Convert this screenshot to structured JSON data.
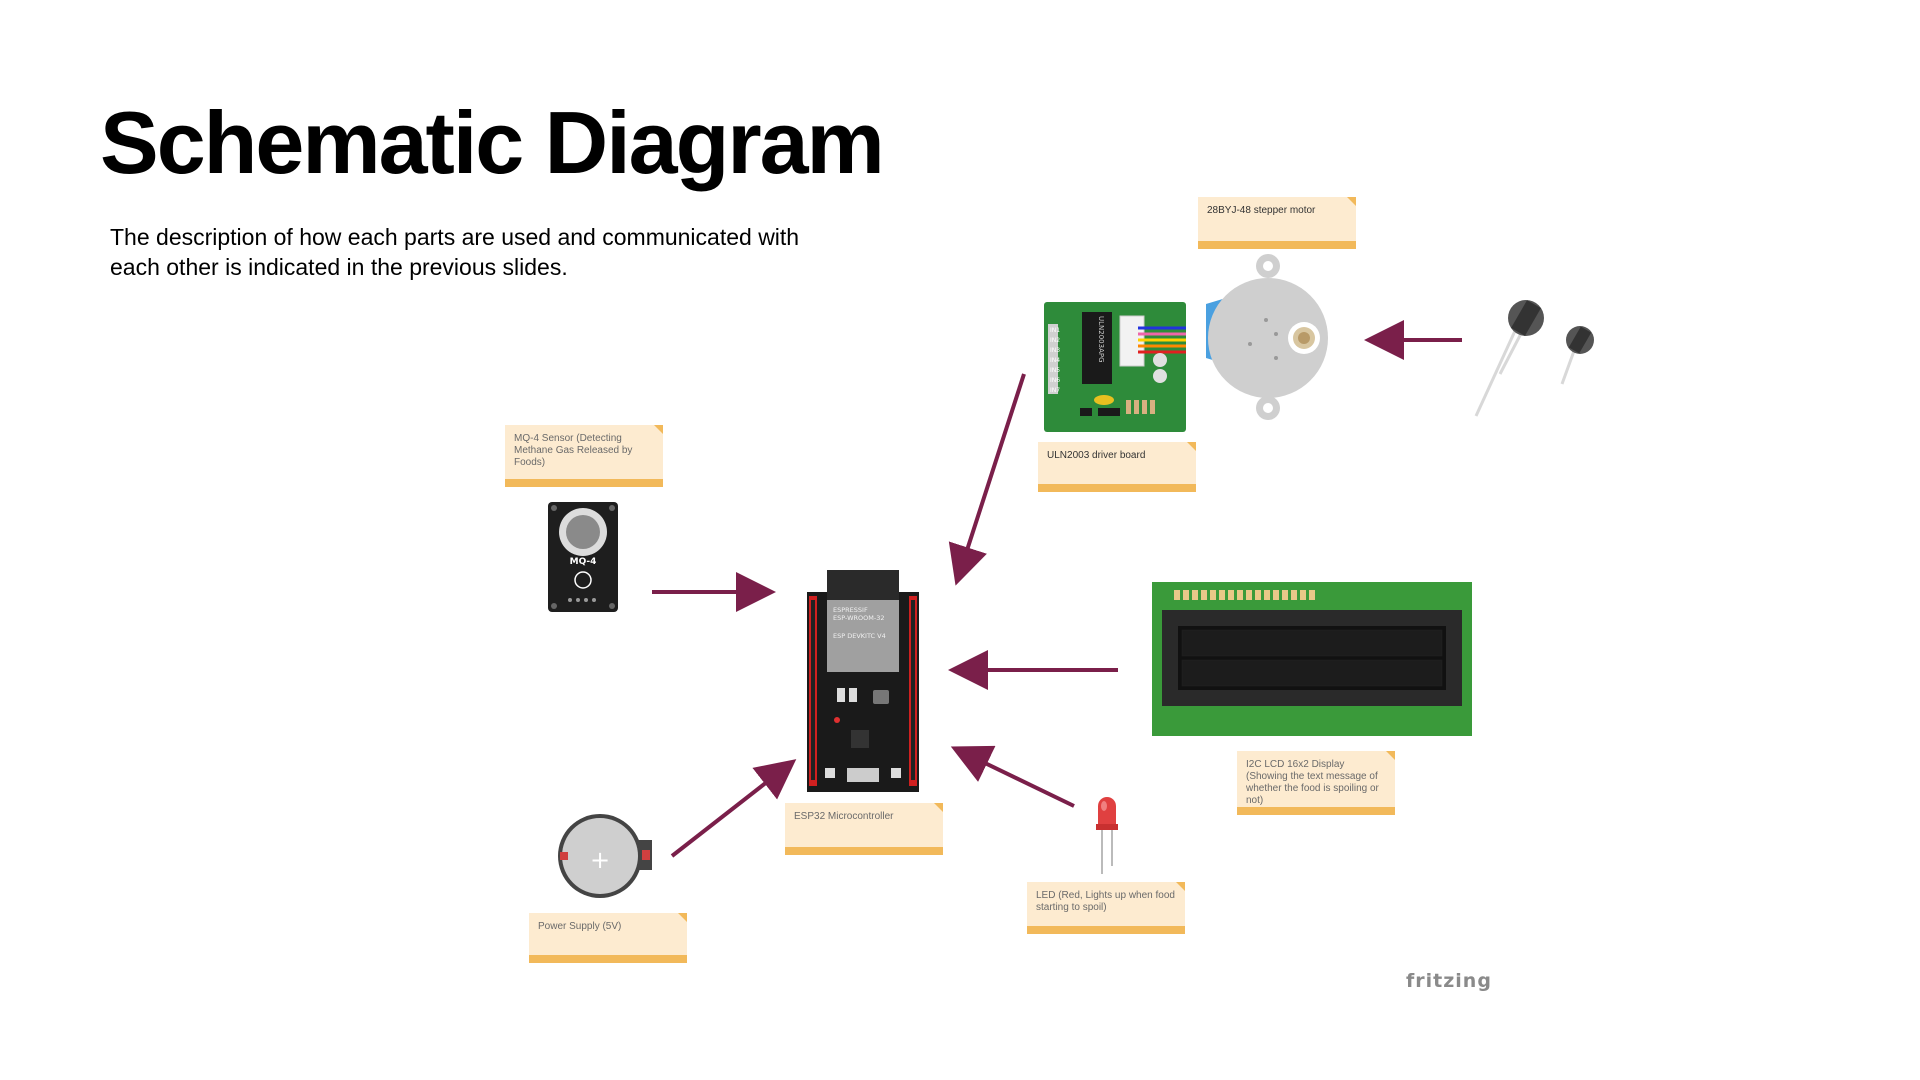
{
  "slide": {
    "title": "Schematic Diagram",
    "subtitle": "The description of how each parts are used and communicated with each other is indicated in the previous slides."
  },
  "notes": {
    "stepper_motor": "28BYJ-48 stepper motor",
    "driver_board": "ULN2003 driver board",
    "mq4_sensor": "MQ-4 Sensor (Detecting Methane Gas Released by Foods)",
    "esp32": "ESP32 Microcontroller",
    "lcd": "I2C LCD 16x2 Display (Showing the text message of whether the food is spoiling or not)",
    "led": "LED (Red, Lights up when food starting to spoil)",
    "power": "Power Supply (5V)"
  },
  "chip_labels": {
    "esp32_line1": "ESPRESSIF",
    "esp32_line2": "ESP-WROOM-32",
    "esp32_line3": "ESP DEVKITC V4",
    "mq4": "MQ-4",
    "uln": "ULN2003APG"
  },
  "watermark": "fritzing",
  "colors": {
    "arrow": "#7a1f4a",
    "note_fill": "#fdebd0",
    "note_accent": "#f2b95a",
    "pcb_green": "#2e8b3a",
    "lcd_green": "#3a9a3a"
  },
  "icons": [
    "arrow-icon",
    "stepper-motor-icon",
    "driver-board-icon",
    "gas-sensor-icon",
    "esp32-board-icon",
    "lcd-display-icon",
    "led-icon",
    "battery-icon",
    "knob-icon"
  ]
}
